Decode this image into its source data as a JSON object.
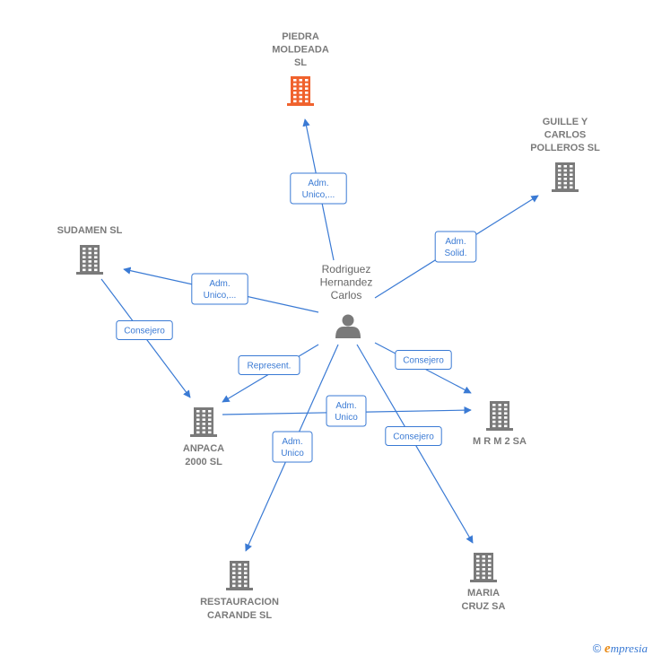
{
  "center": {
    "name_lines": [
      "Rodriguez",
      "Hernandez",
      "Carlos"
    ],
    "icon": "person-icon"
  },
  "companies": [
    {
      "id": "piedra",
      "lines": [
        "PIEDRA",
        "MOLDEADA",
        "SL"
      ],
      "highlight": true,
      "icon": "building-icon"
    },
    {
      "id": "guille",
      "lines": [
        "GUILLE Y",
        "CARLOS",
        "POLLEROS  SL"
      ],
      "highlight": false,
      "icon": "building-icon"
    },
    {
      "id": "sudamen",
      "lines": [
        "SUDAMEN  SL"
      ],
      "highlight": false,
      "icon": "building-icon"
    },
    {
      "id": "anpaca",
      "lines": [
        "ANPACA",
        "2000 SL"
      ],
      "highlight": false,
      "icon": "building-icon"
    },
    {
      "id": "mrm2",
      "lines": [
        "M R M 2 SA"
      ],
      "highlight": false,
      "icon": "building-icon"
    },
    {
      "id": "restauracion",
      "lines": [
        "RESTAURACION",
        "CARANDE SL"
      ],
      "highlight": false,
      "icon": "building-icon"
    },
    {
      "id": "maria",
      "lines": [
        "MARIA",
        "CRUZ SA"
      ],
      "highlight": false,
      "icon": "building-icon"
    }
  ],
  "edges": [
    {
      "from": "center",
      "to": "piedra",
      "label": [
        "Adm.",
        "Unico,..."
      ]
    },
    {
      "from": "center",
      "to": "guille",
      "label": [
        "Adm.",
        "Solid."
      ]
    },
    {
      "from": "center",
      "to": "sudamen",
      "label": [
        "Adm.",
        "Unico,..."
      ]
    },
    {
      "from": "sudamen",
      "to": "anpaca",
      "label": [
        "Consejero"
      ]
    },
    {
      "from": "center",
      "to": "anpaca",
      "label": [
        "Represent."
      ]
    },
    {
      "from": "center",
      "to": "mrm2",
      "label": [
        "Consejero"
      ]
    },
    {
      "from": "anpaca",
      "to": "mrm2",
      "label": [
        "Adm.",
        "Unico"
      ]
    },
    {
      "from": "center",
      "to": "restauracion",
      "label": [
        "Adm.",
        "Unico"
      ]
    },
    {
      "from": "center",
      "to": "maria",
      "label": [
        "Consejero"
      ]
    }
  ],
  "colors": {
    "edge": "#3a7ad4",
    "building": "#7a7a7a",
    "highlight": "#f0622d",
    "person": "#7a7a7a"
  },
  "footer": {
    "copyright": "©",
    "brand": "mpresia",
    "brand_initial": "e"
  }
}
